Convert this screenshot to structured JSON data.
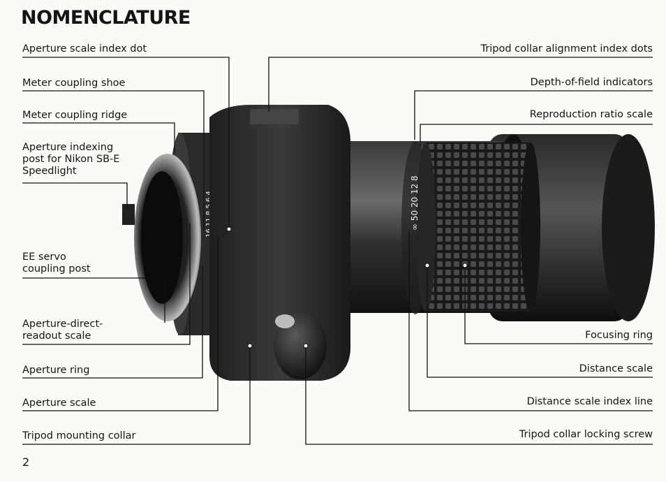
{
  "title": "NOMENCLATURE",
  "page_number": "2",
  "left_labels": [
    "Aperture scale index dot",
    "Meter coupling shoe",
    "Meter coupling ridge",
    "Aperture indexing post for Nikon SB-E Speedlight",
    "EE servo coupling post",
    "Aperture-direct-readout scale",
    "Aperture ring",
    "Aperture scale",
    "Tripod mounting collar"
  ],
  "right_labels": [
    "Tripod collar alignment index dots",
    "Depth-of-field indicators",
    "Reproduction ratio scale",
    "Focusing ring",
    "Distance scale",
    "Distance scale index line",
    "Tripod collar locking screw"
  ],
  "lens_markings": {
    "aperture_scale": "16 11 8 5.6 4",
    "distance_scale": "∞ 50 20 12 8"
  }
}
